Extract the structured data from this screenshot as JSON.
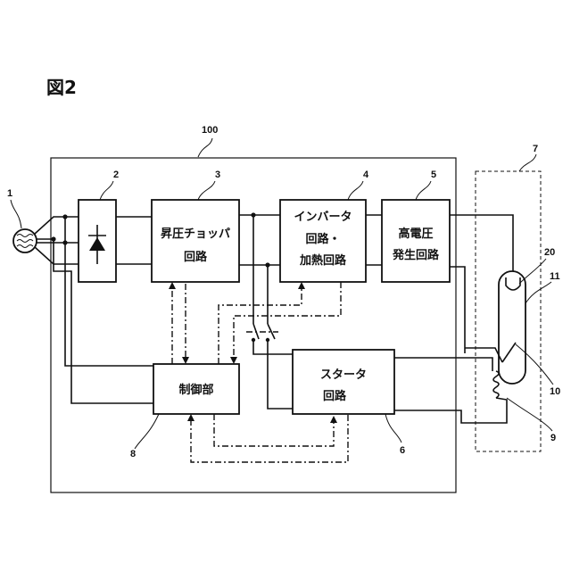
{
  "figure": {
    "title": "図2",
    "ref_device": "100"
  },
  "blocks": {
    "rectifier": {
      "ref": "2"
    },
    "boost_chopper": {
      "ref": "3",
      "line1": "昇圧チョッパ",
      "line2": "回路"
    },
    "inverter": {
      "ref": "4",
      "line1": "インバータ",
      "line2": "回路・",
      "line3": "加熱回路"
    },
    "high_voltage": {
      "ref": "5",
      "line1": "高電圧",
      "line2": "発生回路"
    },
    "starter": {
      "ref": "6",
      "line1": "スタータ",
      "line2": "回路"
    },
    "controller": {
      "ref": "8",
      "line1": "制御部"
    }
  },
  "refs": {
    "ac_source": "1",
    "lamp_unit": "7",
    "filament": "9",
    "electrode": "10",
    "lamp": "11",
    "electrode_top": "20"
  }
}
